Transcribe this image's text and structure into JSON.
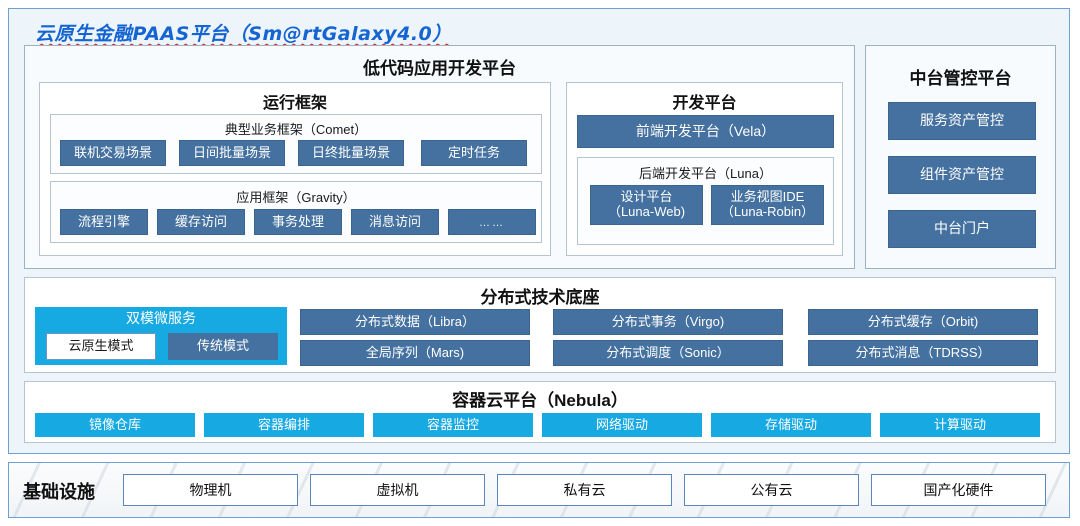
{
  "title": "云原生金融PAAS平台（Sm@rtGalaxy4.0）",
  "colors": {
    "panel_bg": "#edf5fb",
    "panel_border": "#6f9fd8",
    "chip_blue": "#44719f",
    "chip_cyan": "#17a9e2",
    "title_blue": "#1464d2",
    "spellcheck_red": "#e03030"
  },
  "lowcode": {
    "title": "低代码应用开发平台",
    "runtime": {
      "title": "运行框架",
      "comet": {
        "title": "典型业务框架（Comet）",
        "items": [
          "联机交易场景",
          "日间批量场景",
          "日终批量场景",
          "定时任务"
        ]
      },
      "gravity": {
        "title": "应用框架（Gravity）",
        "items": [
          "流程引擎",
          "缓存访问",
          "事务处理",
          "消息访问",
          "……"
        ]
      }
    },
    "devplatform": {
      "title": "开发平台",
      "frontend": "前端开发平台（Vela）",
      "backend": {
        "title": "后端开发平台（Luna）",
        "items": [
          "设计平台\n（Luna-Web)",
          "业务视图IDE\n（Luna-Robin）"
        ]
      }
    }
  },
  "midoffice": {
    "title": "中台管控平台",
    "items": [
      "服务资产管控",
      "组件资产管控",
      "中台门户"
    ]
  },
  "techbase": {
    "title": "分布式技术底座",
    "dualmode": {
      "title": "双模微服务",
      "items": [
        "云原生模式",
        "传统模式"
      ]
    },
    "columns": [
      [
        "分布式数据（Libra）",
        "全局序列（Mars)"
      ],
      [
        "分布式事务（Virgo)",
        "分布式调度（Sonic）"
      ],
      [
        "分布式缓存（Orbit)",
        "分布式消息（TDRSS）"
      ]
    ]
  },
  "container": {
    "title": "容器云平台（Nebula）",
    "items": [
      "镜像仓库",
      "容器编排",
      "容器监控",
      "网络驱动",
      "存储驱动",
      "计算驱动"
    ]
  },
  "infrastructure": {
    "label": "基础设施",
    "items": [
      "物理机",
      "虚拟机",
      "私有云",
      "公有云",
      "国产化硬件"
    ]
  }
}
